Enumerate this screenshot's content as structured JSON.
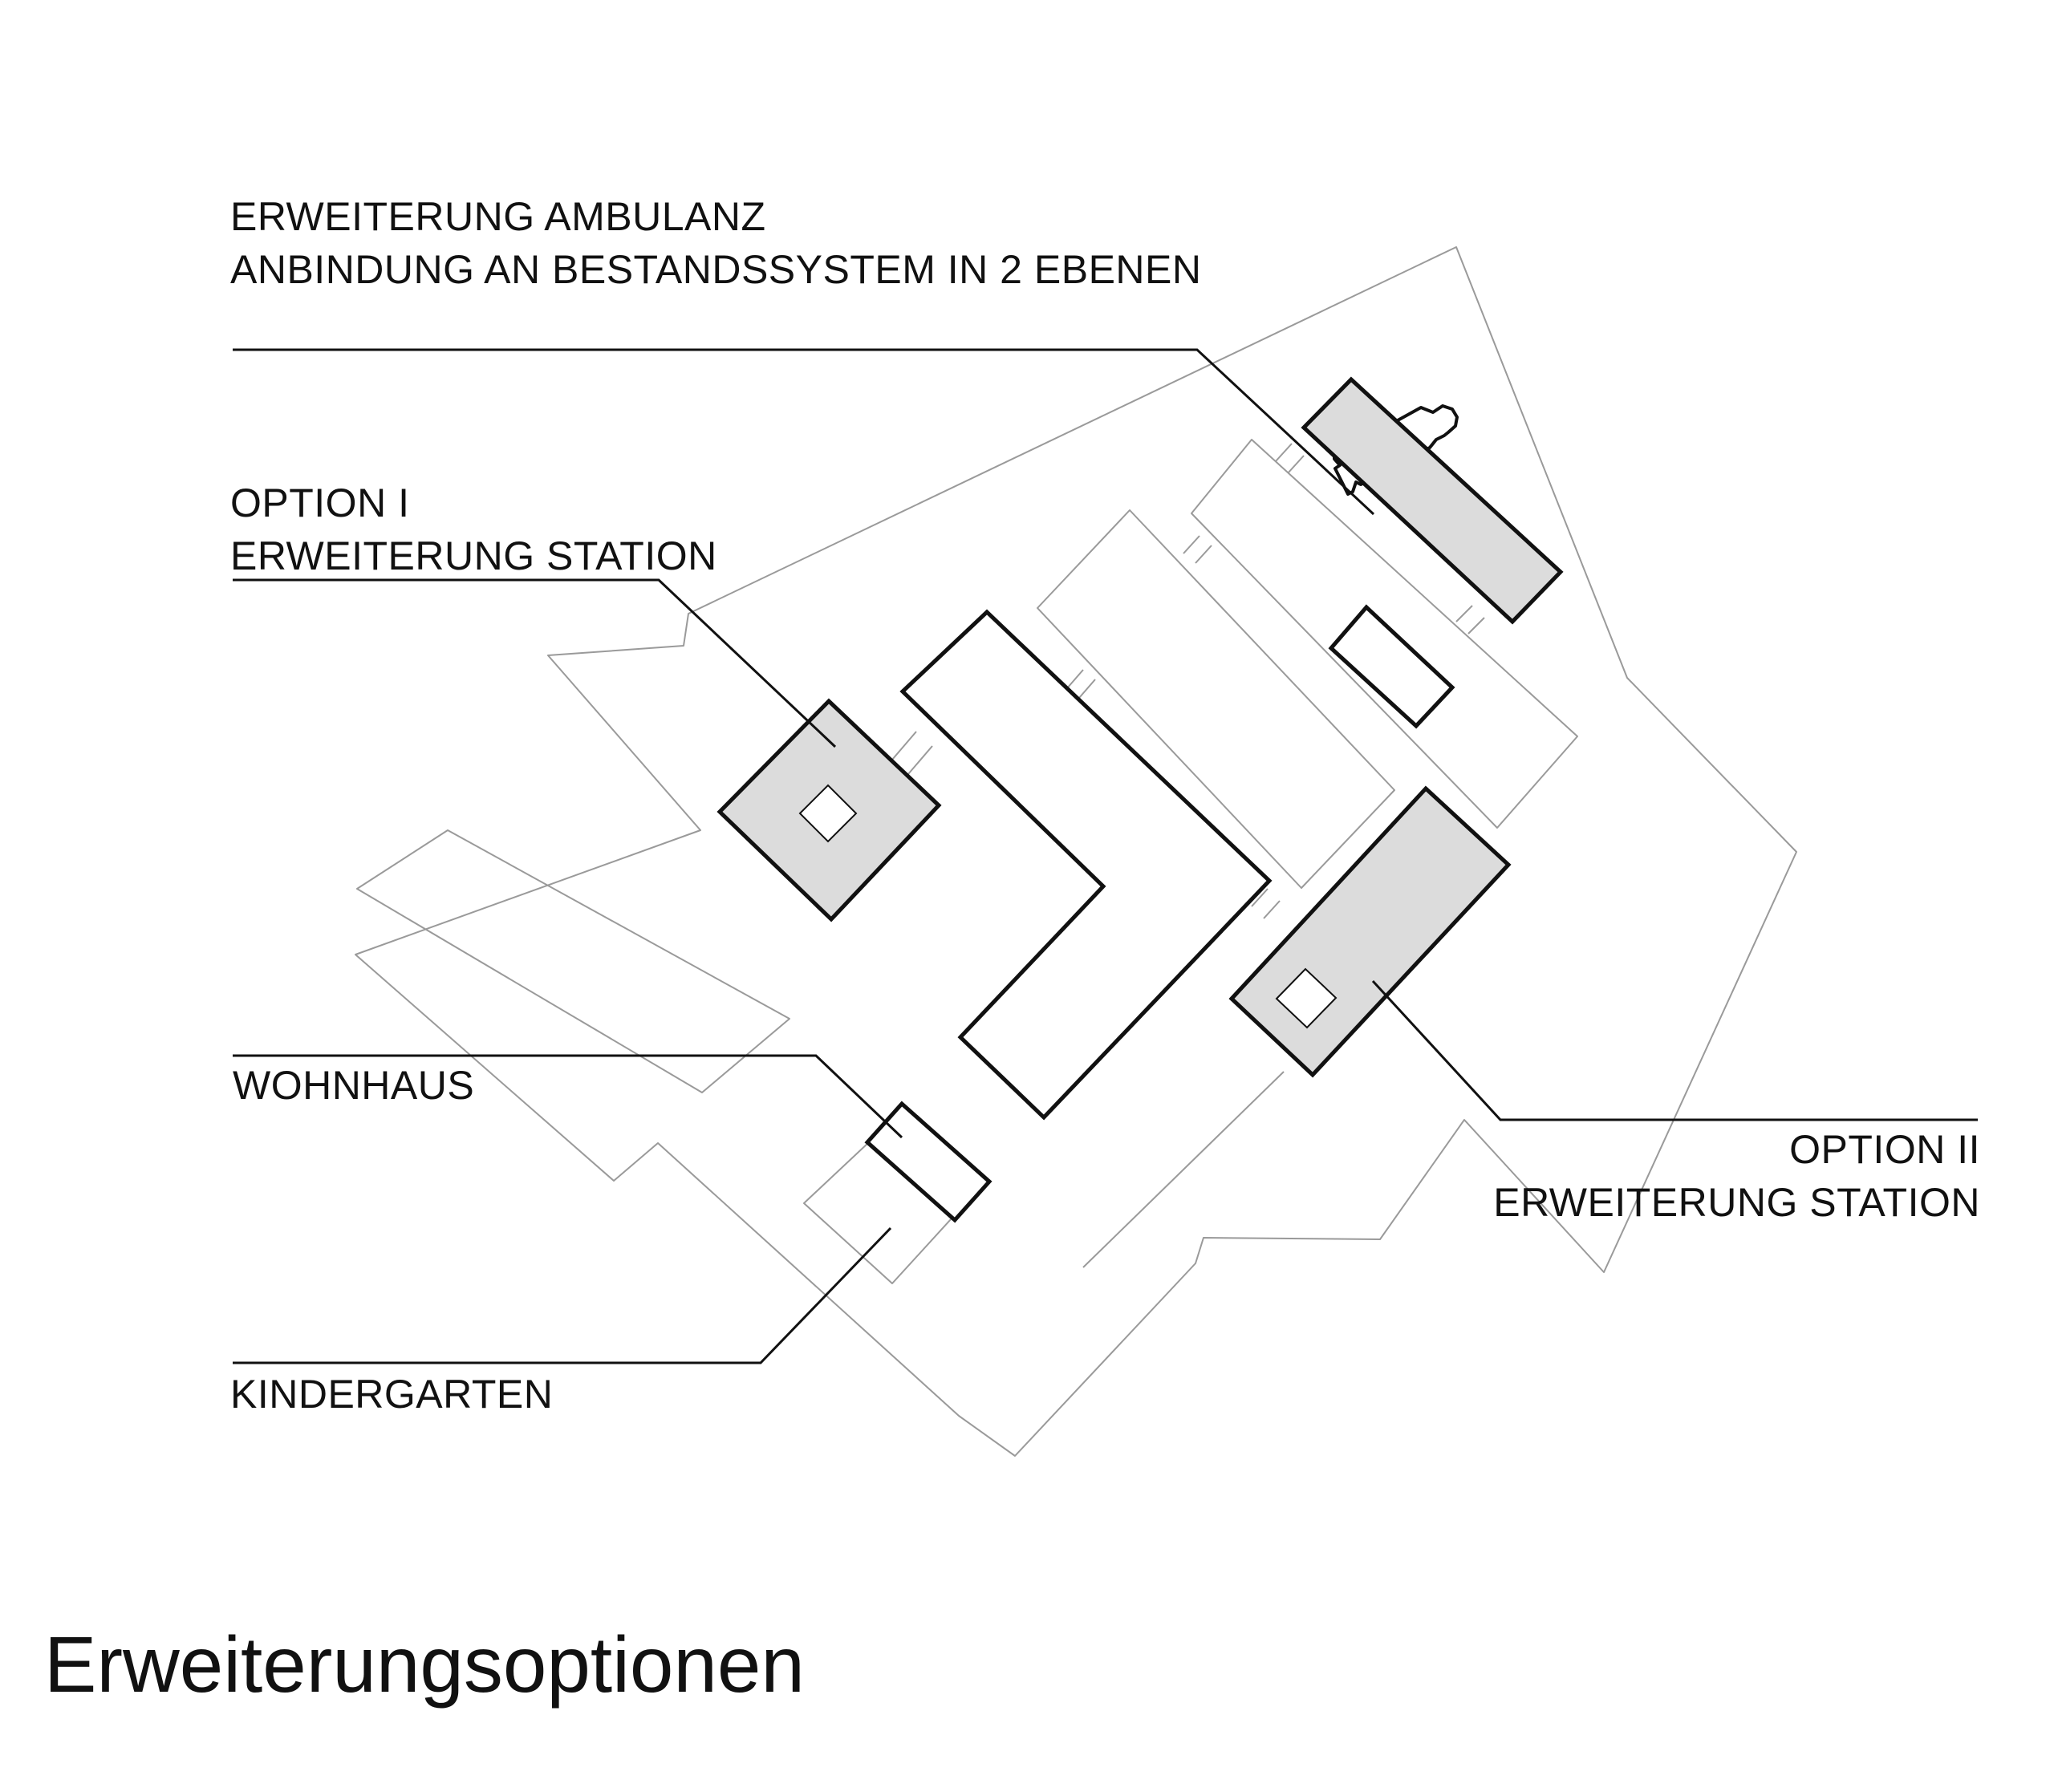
{
  "labels": {
    "ambulanz": [
      "ERWEITERUNG AMBULANZ",
      "ANBINDUNG AN BESTANDSSYSTEM IN 2 EBENEN"
    ],
    "option1": [
      "OPTION I",
      "ERWEITERUNG STATION"
    ],
    "wohnhaus": "WOHNHAUS",
    "kindergarten": "KINDERGARTEN",
    "option2": [
      "OPTION II",
      "ERWEITERUNG STATION"
    ]
  },
  "title": "Erweiterungsoptionen",
  "colors": {
    "option_fill": "#dcdcdc",
    "building_stroke": "#111111",
    "context_stroke": "#9a9a9a"
  }
}
